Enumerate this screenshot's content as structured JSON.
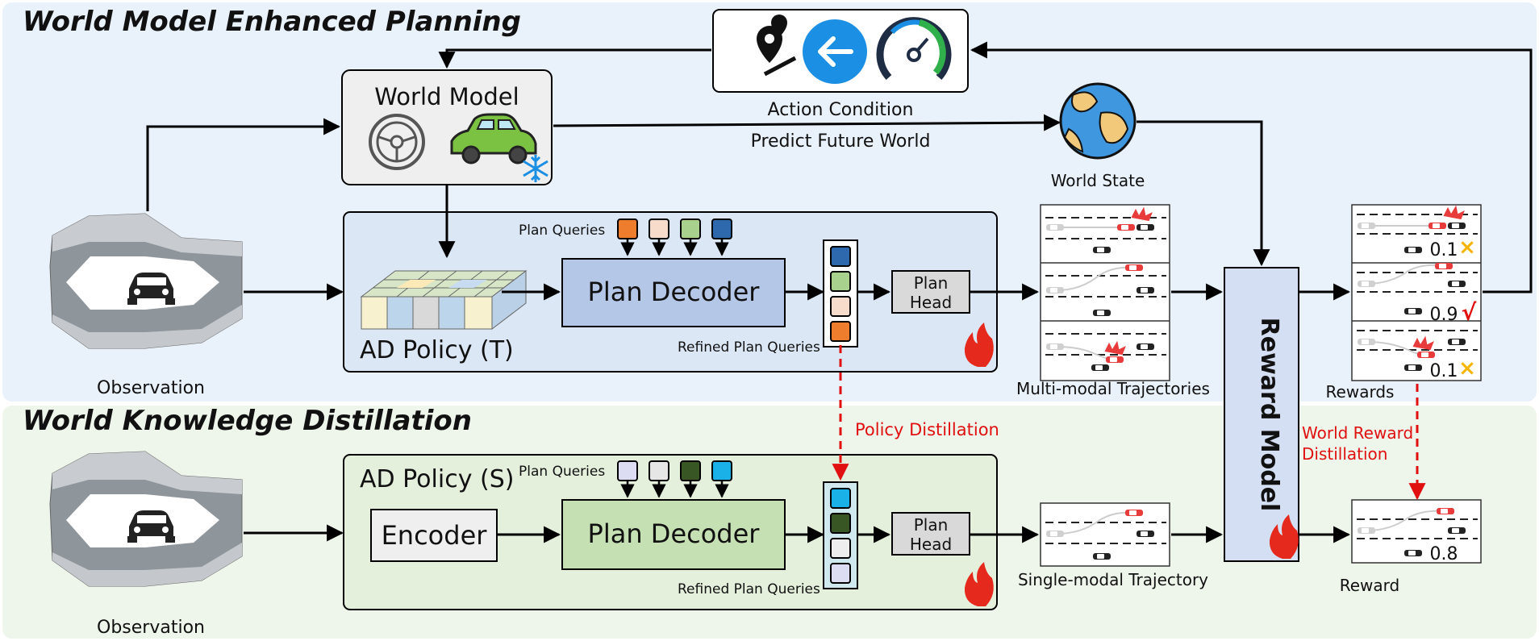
{
  "top_section": {
    "title": "World Model Enhanced Planning",
    "world_model_label": "World Model",
    "action_condition_label": "Action Condition",
    "predict_label": "Predict Future World",
    "world_state_label": "World State",
    "teacher_policy_label": "AD Policy (T)",
    "plan_queries_label": "Plan Queries",
    "plan_decoder_label": "Plan Decoder",
    "refined_queries_label": "Refined Plan Queries",
    "plan_head_line1": "Plan",
    "plan_head_line2": "Head",
    "observation_label": "Observation",
    "trajectories_label": "Multi-modal Trajectories",
    "rewards_label": "Rewards",
    "reward_values": [
      "0.1",
      "0.9",
      "0.1"
    ],
    "reward_marks": [
      "×",
      "√",
      "×"
    ]
  },
  "bottom_section": {
    "title": "World Knowledge Distillation",
    "student_policy_label": "AD Policy (S)",
    "plan_queries_label": "Plan Queries",
    "encoder_label": "Encoder",
    "plan_decoder_label": "Plan Decoder",
    "refined_queries_label": "Refined Plan Queries",
    "plan_head_line1": "Plan",
    "plan_head_line2": "Head",
    "observation_label": "Observation",
    "trajectory_label": "Single-modal Trajectory",
    "reward_label": "Reward",
    "reward_value": "0.8"
  },
  "reward_model_label": "Reward Model",
  "policy_distillation_label": "Policy Distillation",
  "world_reward_line1": "World Reward",
  "world_reward_line2": "Distillation",
  "colors": {
    "top_bg": "#e9f1fa",
    "bottom_bg": "#eef5ea",
    "teacher_box": "#dbe7f5",
    "student_box": "#e4f0dc",
    "decoder_blue": "#b4c7e7",
    "decoder_green": "#c5e0b3",
    "reward_model": "#d5dff3",
    "distill_red": "#e01010"
  },
  "teacher_query_colors": [
    "#ee7d2d",
    "#f8dccb",
    "#a9d18e",
    "#2e69ad"
  ],
  "teacher_refined_colors": [
    "#2e69ad",
    "#a9d18e",
    "#f8dccb",
    "#ee7d2d"
  ],
  "student_query_colors": [
    "#dcdcf2",
    "#e6e6e6",
    "#375623",
    "#1ab0e8"
  ],
  "student_refined_colors": [
    "#1ab0e8",
    "#375623",
    "#eeeeee",
    "#dcdcf2"
  ]
}
